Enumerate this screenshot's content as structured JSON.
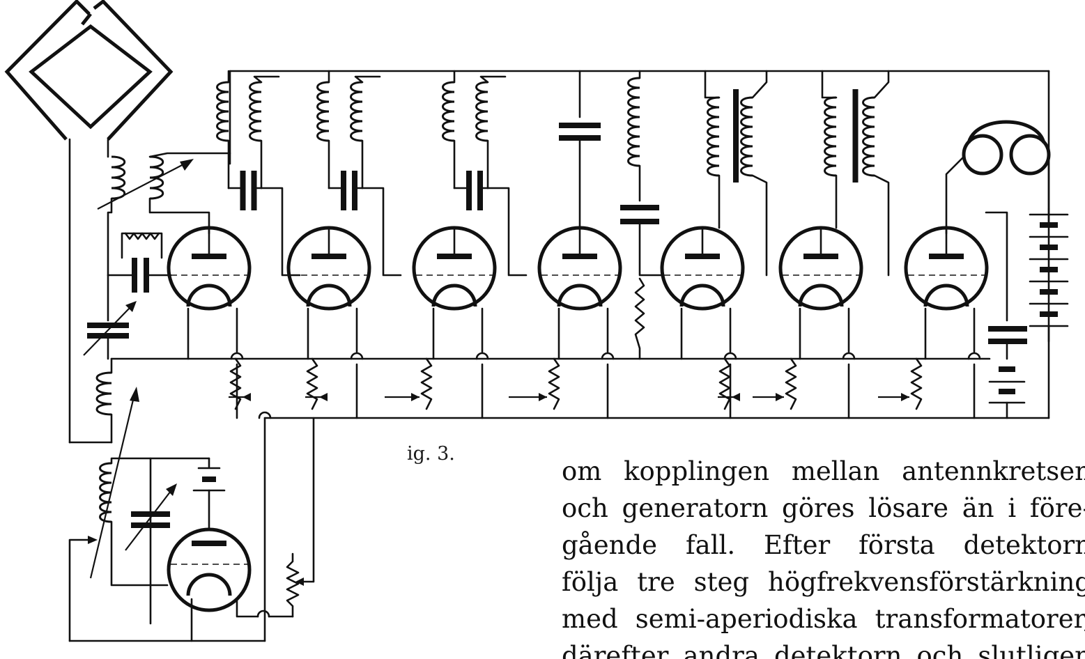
{
  "figure": {
    "caption": "ig. 3."
  },
  "text": {
    "lines": [
      "om kopplingen mellan antennkretsen",
      "och generatorn göres lösare än i före-",
      "gående fall. Efter första detektorn",
      "följa tre steg högfrekvensförstärkning",
      "med semi-aperiodiska transformatorer,",
      "därefter andra detektorn och slutligen"
    ]
  }
}
